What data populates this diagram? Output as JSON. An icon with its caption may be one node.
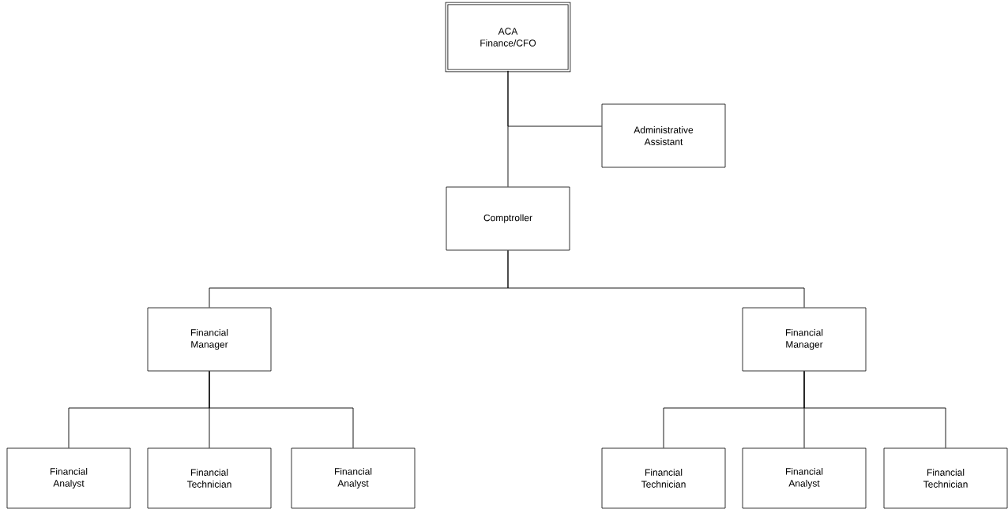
{
  "diagram": {
    "nodes": [
      {
        "text": [
          "ACA Finance/CFO"
        ]
      },
      {
        "text": [
          "Administrative Assistant"
        ]
      },
      {
        "text": [
          "Comptroller"
        ]
      },
      {
        "text": [
          "Financial Manager"
        ]
      },
      {
        "text": [
          "Financial Manager"
        ]
      },
      {
        "text": [
          "Financial Analyst"
        ]
      },
      {
        "text": [
          "Financial Technician"
        ]
      },
      {
        "text": [
          "Financial Analyst"
        ]
      },
      {
        "text": [
          "Financial Technician"
        ]
      },
      {
        "text": [
          "Financial Analyst"
        ]
      },
      {
        "text": [
          "Financial Technician"
        ]
      }
    ],
    "edges": [
      {
        "from": 0,
        "to": 1,
        "arrow": "none"
      },
      {
        "from": 0,
        "to": 2,
        "arrow": "none"
      },
      {
        "from": 2,
        "to": 3,
        "arrow": "none"
      },
      {
        "from": 2,
        "to": 4,
        "arrow": "none"
      },
      {
        "from": 3,
        "to": 5,
        "arrow": "none"
      },
      {
        "from": 3,
        "to": 6,
        "arrow": "none"
      },
      {
        "from": 3,
        "to": 7,
        "arrow": "none"
      },
      {
        "from": 4,
        "to": 8,
        "arrow": "none"
      },
      {
        "from": 4,
        "to": 9,
        "arrow": "none"
      },
      {
        "from": 4,
        "to": 10,
        "arrow": "none"
      }
    ]
  }
}
